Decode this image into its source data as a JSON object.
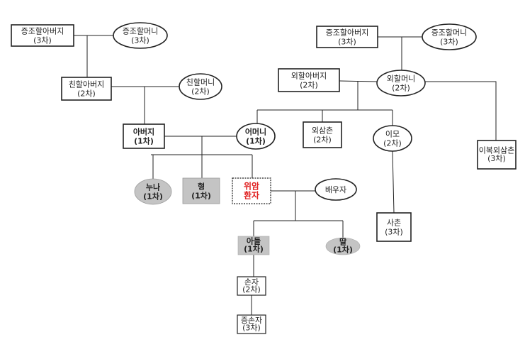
{
  "colors": {
    "line": "#222222",
    "fill_default": "#ffffff",
    "fill_sibling": "#c4c4c4",
    "patient_text": "#e02020"
  },
  "nodes": {
    "paternal_great_grandfather": {
      "name": "증조할아버지",
      "degree": "(3차)",
      "shape": "rect",
      "style": "normal"
    },
    "paternal_great_grandmother": {
      "name": "증조할머니",
      "degree": "(3차)",
      "shape": "ellipse",
      "style": "normal"
    },
    "maternal_great_grandfather": {
      "name": "증조할아버지",
      "degree": "(3차)",
      "shape": "rect",
      "style": "normal"
    },
    "maternal_great_grandmother": {
      "name": "증조할머니",
      "degree": "(3차)",
      "shape": "ellipse",
      "style": "normal"
    },
    "paternal_grandfather": {
      "name": "친할아버지",
      "degree": "(2차)",
      "shape": "rect",
      "style": "normal"
    },
    "paternal_grandmother": {
      "name": "친할머니",
      "degree": "(2차)",
      "shape": "ellipse",
      "style": "normal"
    },
    "maternal_grandfather": {
      "name": "외할아버지",
      "degree": "(2차)",
      "shape": "rect",
      "style": "normal"
    },
    "maternal_grandmother": {
      "name": "외할머니",
      "degree": "(2차)",
      "shape": "ellipse",
      "style": "normal"
    },
    "maternal_half_uncle": {
      "name": "이복외삼촌",
      "degree": "(3차)",
      "shape": "rect",
      "style": "small"
    },
    "father": {
      "name": "아버지",
      "degree": "(1차)",
      "shape": "rect",
      "style": "bold"
    },
    "mother": {
      "name": "어머니",
      "degree": "(1차)",
      "shape": "ellipse",
      "style": "bold"
    },
    "maternal_uncle": {
      "name": "외삼촌",
      "degree": "(2차)",
      "shape": "rect",
      "style": "normal"
    },
    "maternal_aunt": {
      "name": "이모",
      "degree": "(2차)",
      "shape": "ellipse",
      "style": "normal"
    },
    "older_sister": {
      "name": "누나",
      "degree": "(1차)",
      "shape": "ellipse",
      "style": "sibling"
    },
    "older_brother": {
      "name": "형",
      "degree": "(1차)",
      "shape": "rect",
      "style": "sibling"
    },
    "patient": {
      "name": "위암",
      "degree": "환자",
      "shape": "rect",
      "style": "patient"
    },
    "spouse": {
      "name": "배우자",
      "degree": "",
      "shape": "ellipse",
      "style": "normal"
    },
    "cousin": {
      "name": "사촌",
      "degree": "(3차)",
      "shape": "rect",
      "style": "normal"
    },
    "son": {
      "name": "아들",
      "degree": "(1차)",
      "shape": "rect",
      "style": "child"
    },
    "daughter": {
      "name": "딸",
      "degree": "(1차)",
      "shape": "ellipse",
      "style": "child"
    },
    "grandson": {
      "name": "손자",
      "degree": "(2차)",
      "shape": "rect",
      "style": "tiny"
    },
    "great_grandson": {
      "name": "증손자",
      "degree": "(3차)",
      "shape": "rect",
      "style": "tiny"
    }
  }
}
